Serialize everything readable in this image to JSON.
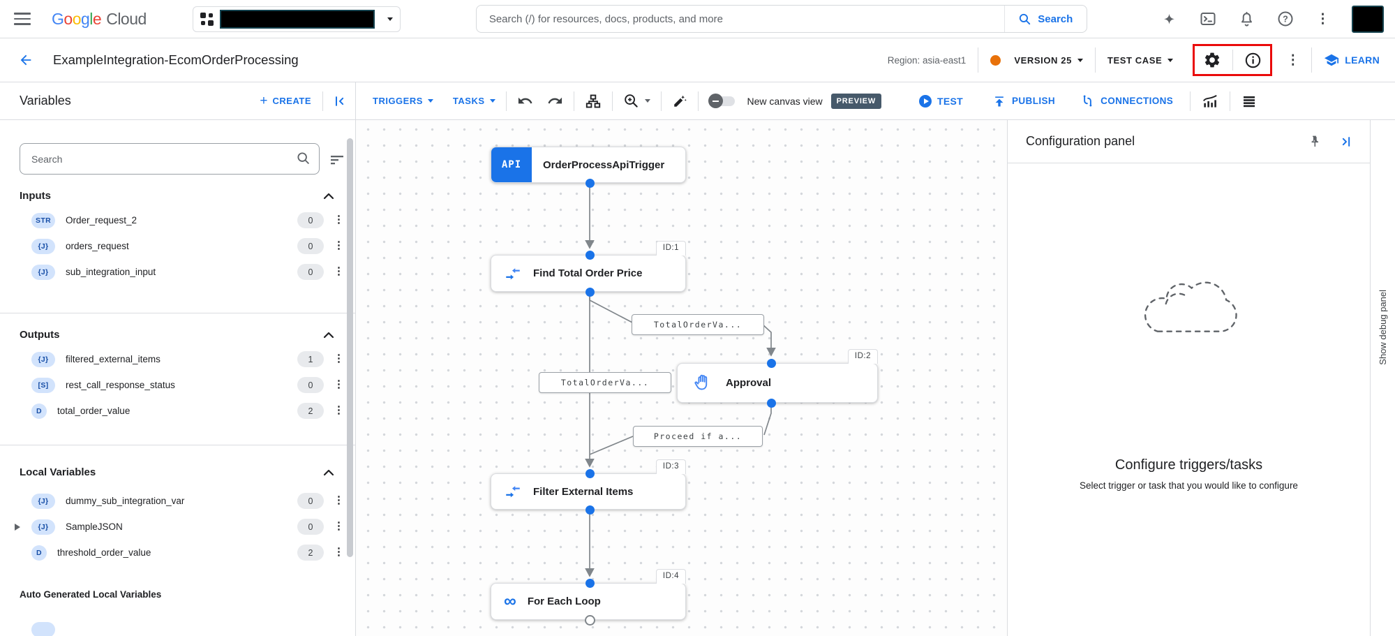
{
  "icons": {
    "plus": "+",
    "more_vert": "⋮",
    "help": "?",
    "terminal_glyph": ">_",
    "infinity": "∞"
  },
  "colors": {
    "accent": "#1a73e8",
    "highlight_red": "#ea0b0b",
    "version_dot_orange": "#e8710a",
    "preview_badge_bg": "#46596a",
    "badge_blue_bg": "#d2e3fc"
  },
  "topbar": {
    "logo_letters": [
      "G",
      "o",
      "o",
      "g",
      "l",
      "e"
    ],
    "logo_cloud": "Cloud",
    "search_placeholder": "Search (/) for resources, docs, products, and more",
    "search_button": "Search"
  },
  "appbar": {
    "title": "ExampleIntegration-EcomOrderProcessing",
    "region": "Region: asia-east1",
    "version": "VERSION 25",
    "test_case": "TEST CASE",
    "learn": "LEARN"
  },
  "toolbar": {
    "panel_title": "Variables",
    "create": "CREATE",
    "triggers": "TRIGGERS",
    "tasks": "TASKS",
    "toggle_label": "New canvas view",
    "preview_badge": "PREVIEW",
    "test": "TEST",
    "publish": "PUBLISH",
    "connections": "CONNECTIONS"
  },
  "sidebar": {
    "search_placeholder": "Search",
    "sections": [
      {
        "title": "Inputs",
        "items": [
          {
            "type": "STR",
            "name": "Order_request_2",
            "count": "0"
          },
          {
            "type": "{J}",
            "name": "orders_request",
            "count": "0"
          },
          {
            "type": "{J}",
            "name": "sub_integration_input",
            "count": "0"
          }
        ]
      },
      {
        "title": "Outputs",
        "items": [
          {
            "type": "{J}",
            "name": "filtered_external_items",
            "count": "1"
          },
          {
            "type": "[S]",
            "name": "rest_call_response_status",
            "count": "0"
          },
          {
            "type": "D",
            "name": "total_order_value",
            "count": "2"
          }
        ]
      },
      {
        "title": "Local Variables",
        "items": [
          {
            "type": "{J}",
            "name": "dummy_sub_integration_var",
            "count": "0"
          },
          {
            "type": "{J}",
            "name": "SampleJSON",
            "count": "0"
          },
          {
            "type": "D",
            "name": "threshold_order_value",
            "count": "2"
          }
        ]
      }
    ],
    "auto_generated_title": "Auto Generated Local Variables"
  },
  "canvas": {
    "nodes": [
      {
        "badge": "API",
        "label": "OrderProcessApiTrigger",
        "id_label": ""
      },
      {
        "label": "Find Total Order Price",
        "id_label": "ID:1"
      },
      {
        "label": "Approval",
        "id_label": "ID:2"
      },
      {
        "label": "Filter External Items",
        "id_label": "ID:3"
      },
      {
        "label": "For Each Loop",
        "id_label": "ID:4"
      }
    ],
    "edge_labels": [
      "TotalOrderVa...",
      "TotalOrderVa...",
      "Proceed if a..."
    ]
  },
  "config_panel": {
    "title": "Configuration panel",
    "heading": "Configure triggers/tasks",
    "subheading": "Select trigger or task that you would like to configure"
  },
  "debug_panel": {
    "label": "Show debug panel"
  }
}
